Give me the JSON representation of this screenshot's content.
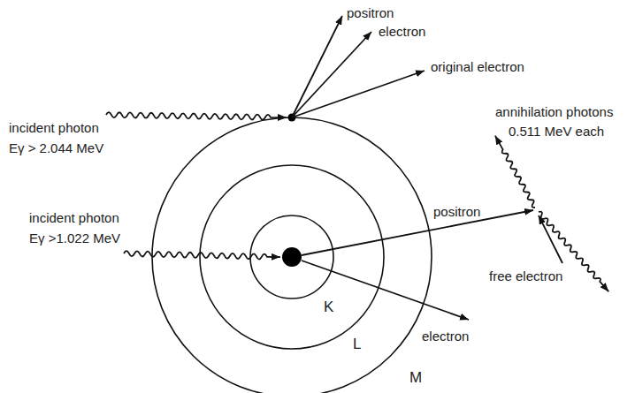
{
  "diagram": {
    "labels": [
      "positron",
      "electron",
      "original electron",
      "incident photon",
      "Eγ > 2.044 MeV",
      "annihilation photons",
      "0.511 MeV each",
      "incident photon",
      "Eγ >1.022 MeV",
      "positron",
      "free electron",
      "K",
      "L",
      "M",
      "electron"
    ]
  }
}
